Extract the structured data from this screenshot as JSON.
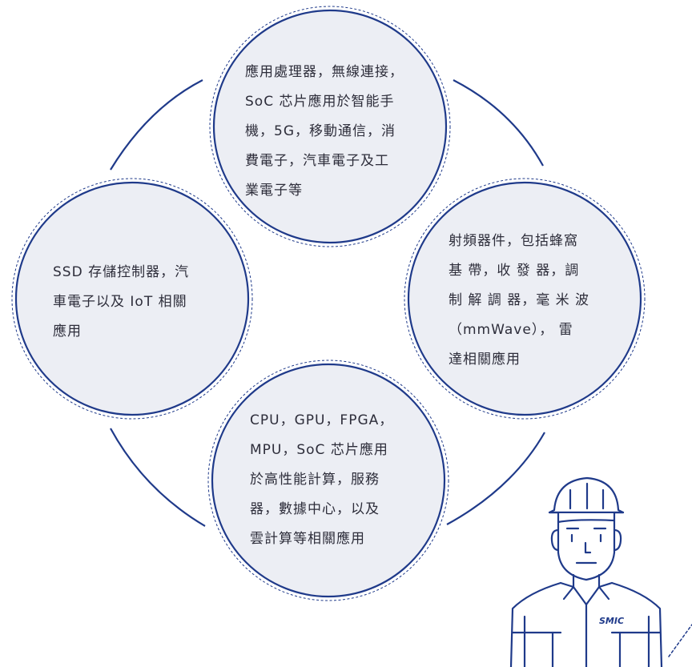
{
  "bubbles": {
    "top": {
      "lines": [
        "應用處理器，無線連接，",
        "SoC 芯片應用於智能手",
        "機，5G，移動通信，消",
        "費電子，汽車電子及工",
        "業電子等"
      ]
    },
    "left": {
      "lines": [
        "SSD 存儲控制器，汽",
        "車電子以及 IoT 相關",
        "應用"
      ]
    },
    "right": {
      "lines": [
        "射頻器件，包括蜂窩",
        "基 帶，收 發 器，調",
        "制 解 調 器，毫 米 波",
        "（mmWave）， 雷",
        "達相關應用"
      ]
    },
    "bottom": {
      "lines": [
        "CPU，GPU，FPGA，",
        "MPU，SoC 芯片應用",
        "於高性能計算，服務",
        "器，數據中心，以及",
        "雲計算等相關應用"
      ]
    }
  },
  "mascot": {
    "badge": "SMIC"
  },
  "colors": {
    "accent": "#1f3a8a",
    "bubble_fill": "#eceef4",
    "text": "#2d2d3a"
  }
}
